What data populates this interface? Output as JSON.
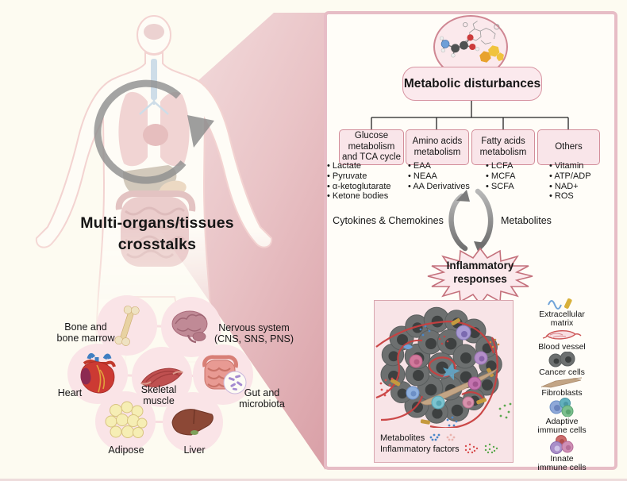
{
  "figure": {
    "left": {
      "title": {
        "line1": "Multi-organs/tissues",
        "line2": "crosstalks"
      },
      "organs": {
        "bone": {
          "line1": "Bone and",
          "line2": "bone marrow"
        },
        "nervous": {
          "line1": "Nervous system",
          "line2": "(CNS, SNS, PNS)"
        },
        "heart": {
          "line1": "Heart"
        },
        "muscle": {
          "line1": "Skeletal",
          "line2": "muscle"
        },
        "gut": {
          "line1": "Gut and",
          "line2": "microbiota"
        },
        "adipose": {
          "line1": "Adipose"
        },
        "liver": {
          "line1": "Liver"
        }
      }
    },
    "panel": {
      "header": "Metabolic disturbances",
      "categories": {
        "glucose": {
          "t1": "Glucose",
          "t2": "metabolism",
          "t3": "and TCA cycle",
          "i1": "Lactate",
          "i2": "Pyruvate",
          "i3": "α-ketoglutarate",
          "i4": "Ketone bodies"
        },
        "amino": {
          "t1": "Amino acids",
          "t2": "metabolism",
          "i1": "EAA",
          "i2": "NEAA",
          "i3": "AA Derivatives"
        },
        "fatty": {
          "t1": "Fatty acids",
          "t2": "metabolism",
          "i1": "LCFA",
          "i2": "MCFA",
          "i3": "SCFA"
        },
        "others": {
          "t1": "Others",
          "i1": "Vitamin",
          "i2": "ATP/ADP",
          "i3": "NAD+",
          "i4": "ROS"
        }
      },
      "cycle": {
        "left": "Cytokines & Chemokines",
        "right": "Metabolites"
      },
      "burst": {
        "line1": "Inflammatory",
        "line2": "responses"
      },
      "tumor": {
        "metabolites": "Metabolites",
        "factors": "Inflammatory factors"
      },
      "legend": {
        "ecm": {
          "line1": "Extracellular",
          "line2": "matrix"
        },
        "vessel": {
          "line1": "Blood vessel"
        },
        "cancer": {
          "line1": "Cancer cells"
        },
        "fibroblast": {
          "line1": "Fibroblasts"
        },
        "adaptive": {
          "line1": "Adaptive",
          "line2": "immune cells"
        },
        "innate": {
          "line1": "Innate",
          "line2": "immune cells"
        }
      }
    },
    "colors": {
      "background": "#fdfbf1",
      "panel_border": "#e7bdc6",
      "box_fill": "#f9e5e9",
      "box_border": "#d28d99",
      "burst_border": "#c4717c",
      "wedge_deep": "#d99fa6",
      "arrow_gray": "#8a8a8a",
      "cancer_cell_gray": "#6d7070",
      "vessel_red": "#c94040"
    }
  }
}
